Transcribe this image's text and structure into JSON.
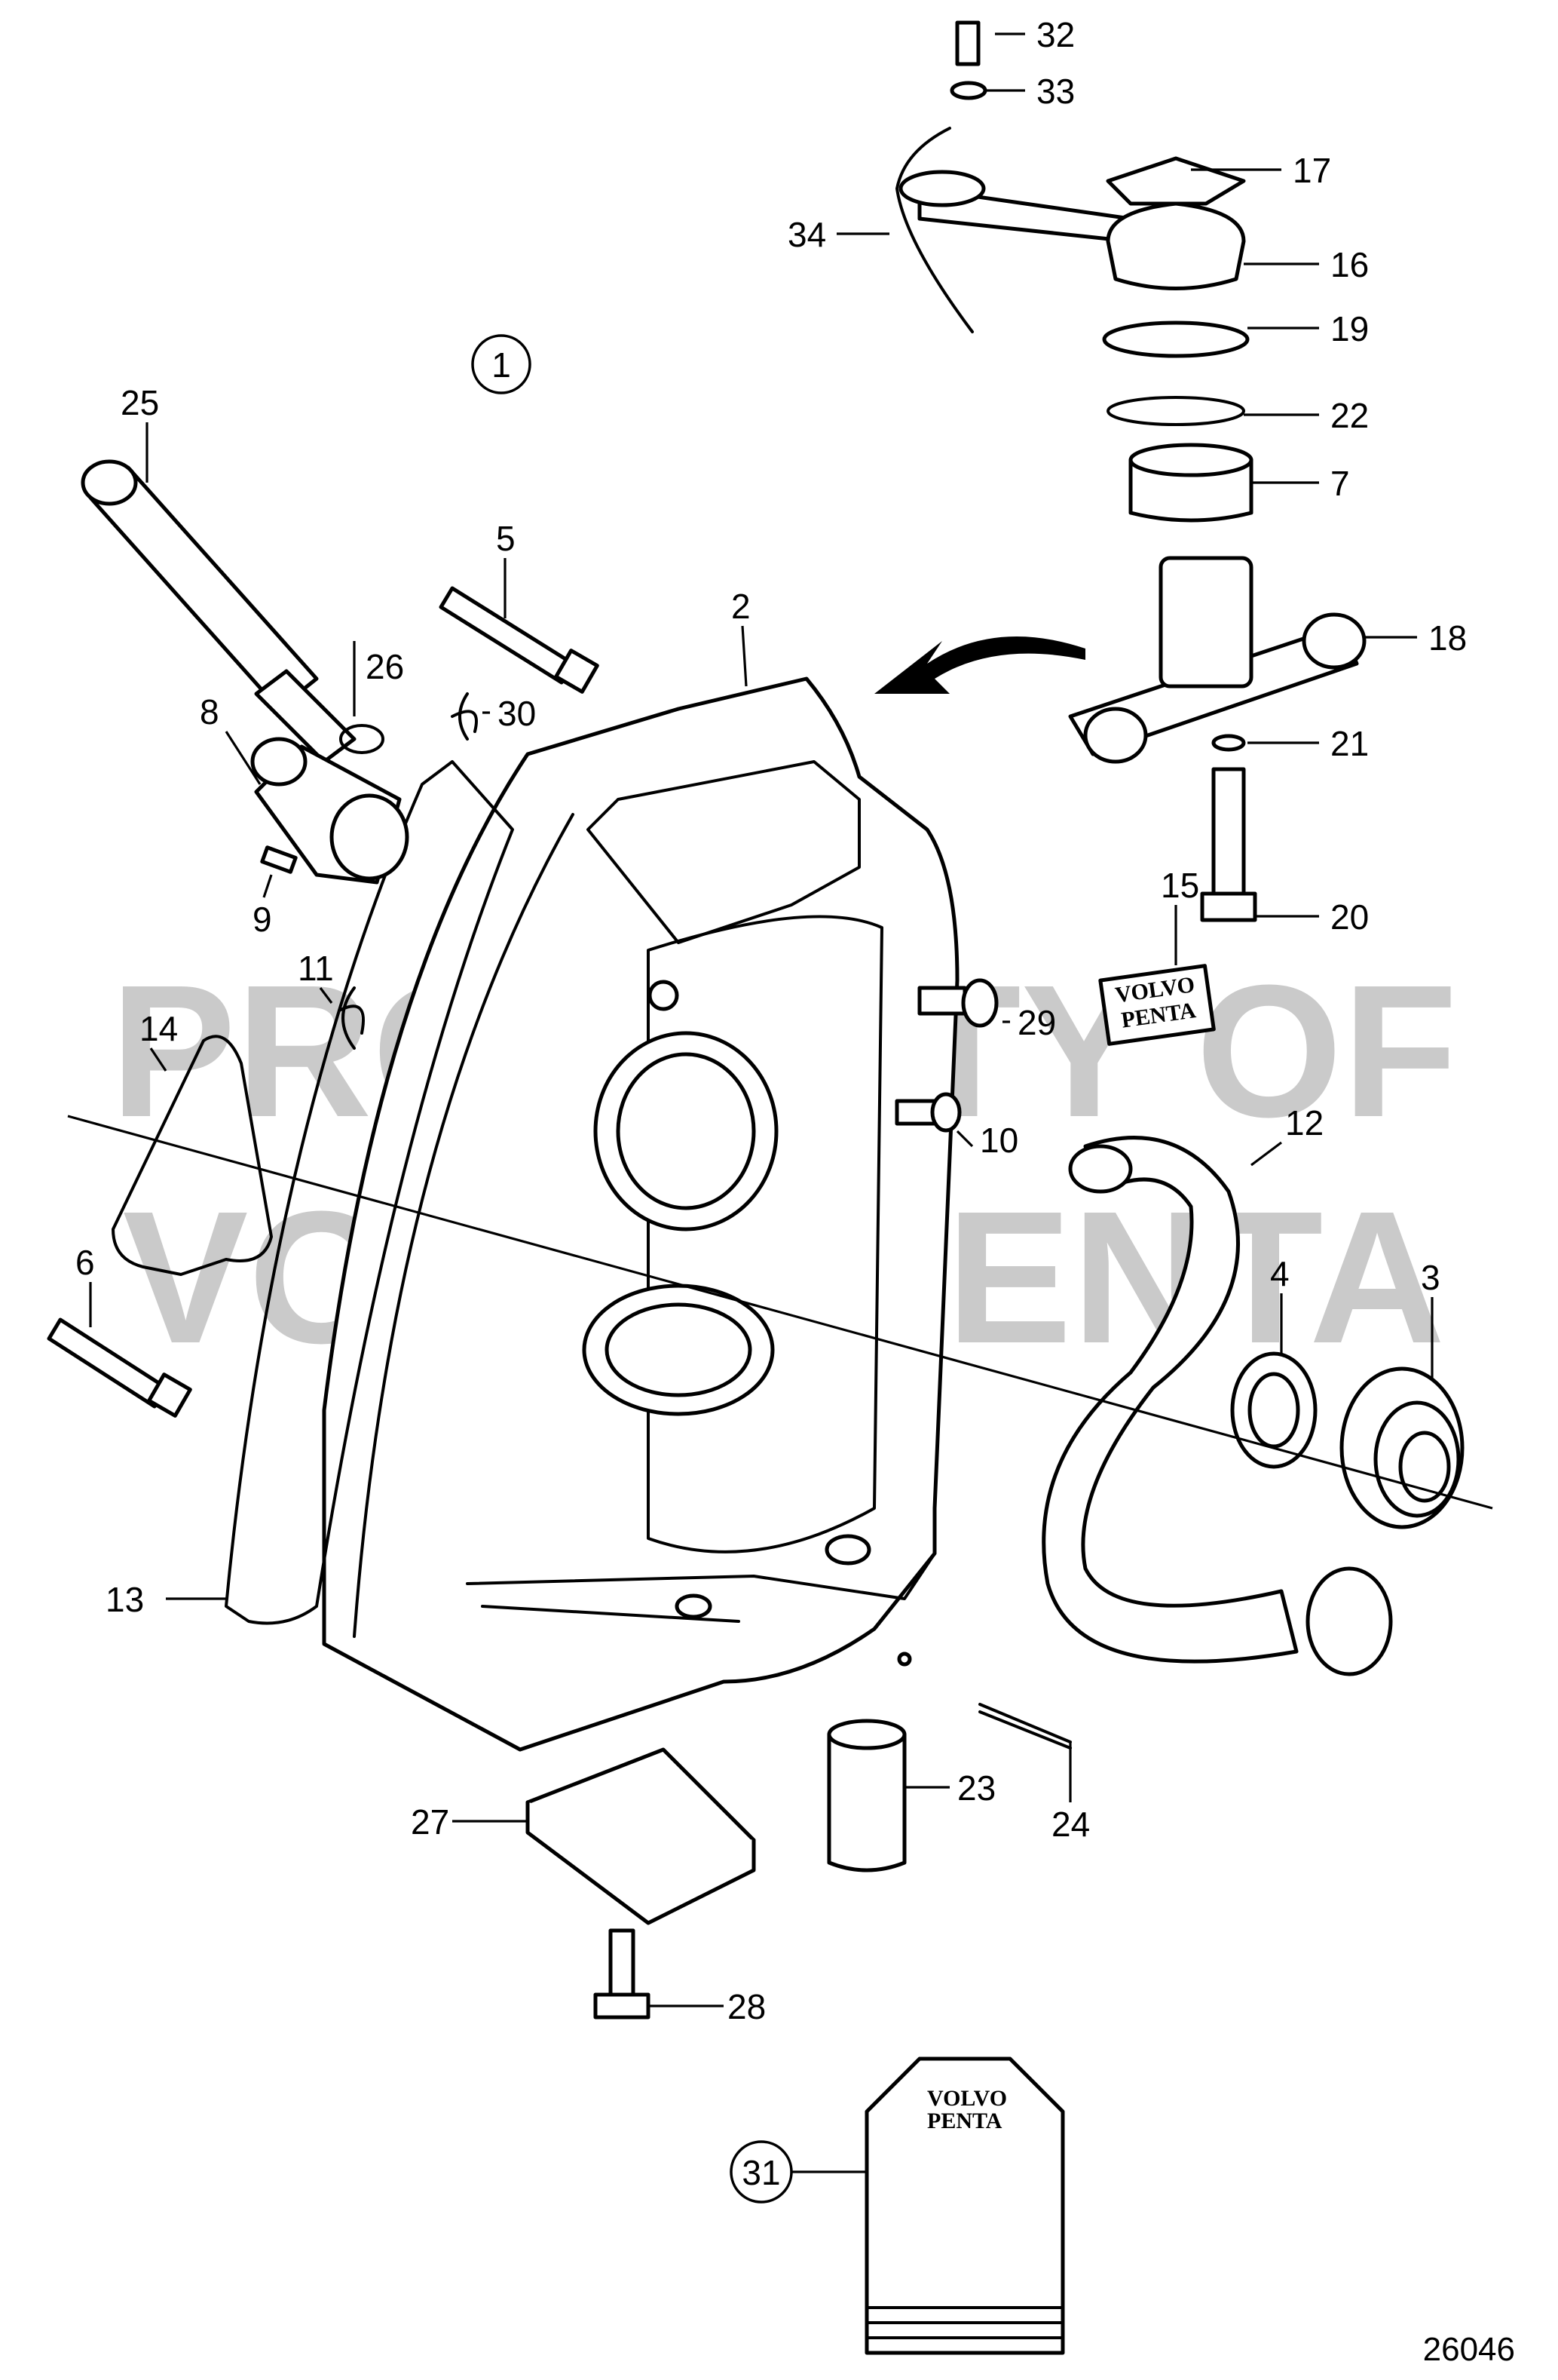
{
  "diagram": {
    "figure_number": "26046",
    "watermark_lines": [
      "PROPERTY OF",
      "VOLVO PENTA"
    ],
    "brand_label_lines": [
      "VOLVO",
      "PENTA"
    ],
    "circled_callouts": [
      "1",
      "31"
    ],
    "callouts": [
      "2",
      "3",
      "4",
      "5",
      "6",
      "7",
      "8",
      "9",
      "10",
      "11",
      "12",
      "13",
      "14",
      "15",
      "16",
      "17",
      "18",
      "19",
      "20",
      "21",
      "22",
      "23",
      "24",
      "25",
      "26",
      "27",
      "28",
      "29",
      "30",
      "32",
      "33",
      "34"
    ]
  }
}
